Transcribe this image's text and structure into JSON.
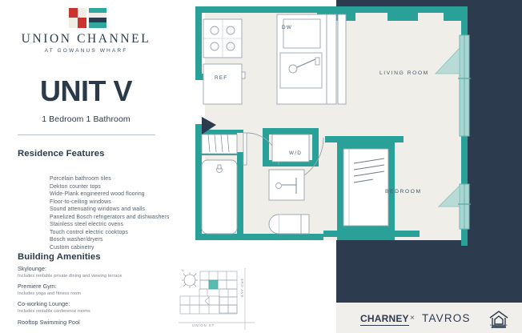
{
  "brand": {
    "name": "UNION CHANNEL",
    "tagline": "AT GOWANUS WHARF",
    "logo_colors": {
      "red": "#c9342f",
      "cream": "#efede6",
      "teal": "#2fa8a0",
      "navy": "#2d3b4e"
    }
  },
  "unit": {
    "title": "UNIT V",
    "subtitle": "1 Bedroom  1 Bathroom"
  },
  "residence": {
    "heading": "Residence Features",
    "features": [
      "Porcelain bathroom tiles",
      "Dekton counter tops",
      "Wide-Plank engineered wood flooring",
      "Floor-to-ceiling windows",
      "Sound attenuating windows and walls",
      "Panelized Bosch refrigerators and dishwashers",
      "Stainless steel electric ovens",
      "Touch control electric cooktops",
      "Bosch washer/dryers",
      "Custom cabinetry"
    ]
  },
  "amenities": {
    "heading": "Building Amenities",
    "items": [
      {
        "name": "Skylounge:",
        "desc": "Includes rentable private dining and viewing terrace"
      },
      {
        "name": "Premiere Gym:",
        "desc": "Includes yoga and fitness room"
      },
      {
        "name": "Co-working Lounge:",
        "desc": "Includes rentable conference rooms"
      },
      {
        "name": "Rooftop Swimming Pool",
        "desc": ""
      }
    ]
  },
  "floorplan": {
    "rooms": [
      {
        "label": "LIVING ROOM"
      },
      {
        "label": "BEDROOM"
      }
    ],
    "appliances": [
      {
        "label": "DW"
      },
      {
        "label": "REF"
      },
      {
        "label": "W/D"
      }
    ],
    "colors": {
      "wall": "#2aa198",
      "floor": "#efeee9",
      "navy": "#2d3b4e",
      "glass": "#a9d6d2"
    }
  },
  "keyplan": {
    "street_bottom": "UNION ST",
    "street_right": "3RD AVE",
    "compass": "N",
    "highlight_color": "#57bdb4"
  },
  "footer": {
    "developer_primary": "CHARNEY",
    "separator": "×",
    "developer_secondary": "TAVROS",
    "eho_caption": "EQUAL HOUSING OPPORTUNITY"
  }
}
